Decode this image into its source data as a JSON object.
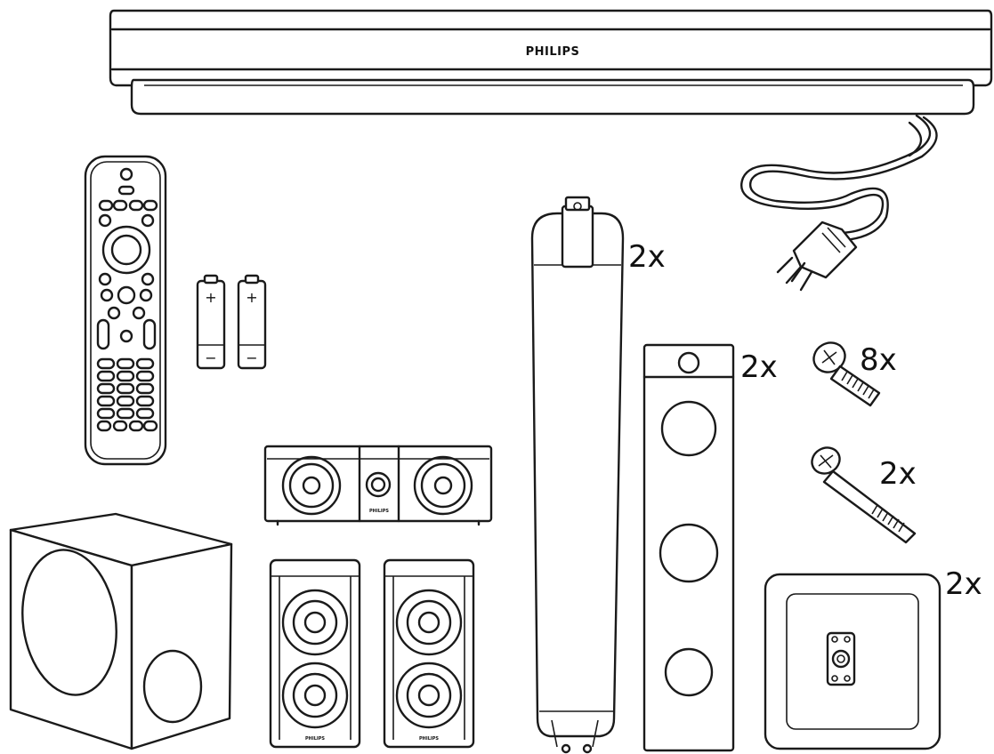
{
  "diagram": {
    "brand": "PHILIPS",
    "items": [
      {
        "id": "main-unit",
        "quantity": ""
      },
      {
        "id": "power-cord",
        "quantity": ""
      },
      {
        "id": "remote-control",
        "quantity": ""
      },
      {
        "id": "batteries",
        "quantity": ""
      },
      {
        "id": "center-speaker",
        "quantity": ""
      },
      {
        "id": "subwoofer",
        "quantity": ""
      },
      {
        "id": "rear-speakers",
        "quantity": ""
      },
      {
        "id": "front-speaker-tower",
        "quantity": "2x"
      },
      {
        "id": "front-speaker-panel",
        "quantity": "2x"
      },
      {
        "id": "short-screw",
        "quantity": "8x"
      },
      {
        "id": "long-screw",
        "quantity": "2x"
      },
      {
        "id": "speaker-base",
        "quantity": "2x"
      }
    ],
    "battery_plus": "+",
    "battery_minus": "−"
  }
}
